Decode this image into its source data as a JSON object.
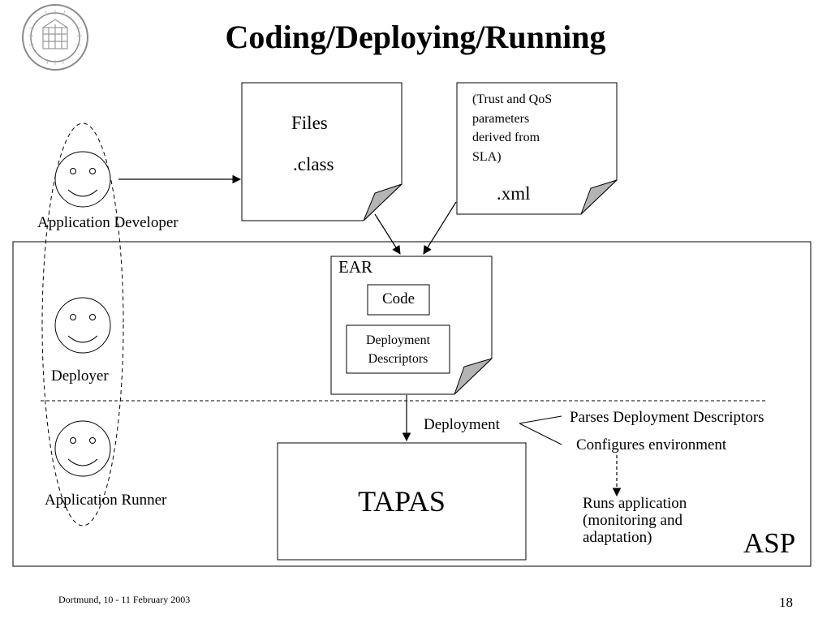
{
  "slide": {
    "title": "Coding/Deploying/Running",
    "footer_left": "Dortmund, 10 - 11 February 2003",
    "page_number": "18"
  },
  "actors": {
    "developer": "Application Developer",
    "deployer": "Deployer",
    "runner": "Application Runner"
  },
  "files_doc": {
    "line1": "Files",
    "line2": ".class"
  },
  "xml_doc": {
    "note_lines": [
      "(Trust and QoS",
      "parameters",
      "derived from",
      "SLA)"
    ],
    "label": ".xml"
  },
  "ear": {
    "label": "EAR",
    "code": "Code",
    "descriptors_lines": [
      "Deployment",
      "Descriptors"
    ]
  },
  "tapas": "TAPAS",
  "asp": "ASP",
  "deployment": {
    "label": "Deployment",
    "step1": "Parses Deployment Descriptors",
    "step2": "Configures environment",
    "step3_lines": [
      "Runs application",
      "(monitoring and",
      "adaptation)"
    ]
  },
  "colors": {
    "fold": "#b4b4b4",
    "seal": "#8a8a8a"
  }
}
